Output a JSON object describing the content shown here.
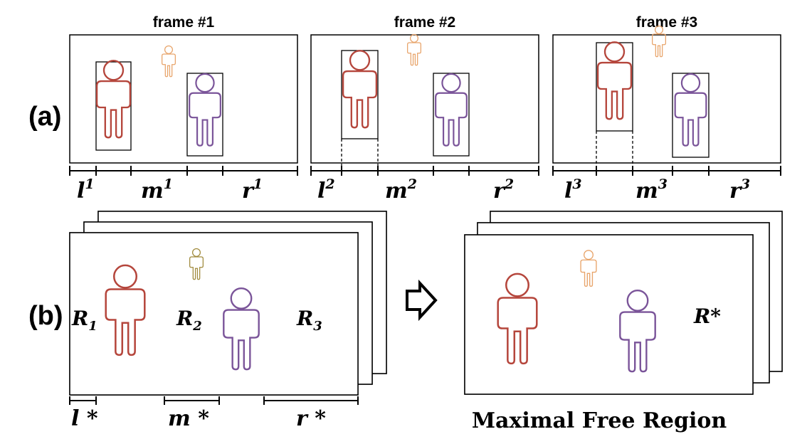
{
  "panel_a": {
    "label": "(a)",
    "frames": [
      {
        "title": "frame #1",
        "l": "l",
        "l_sup": "1",
        "m": "m",
        "m_sup": "1",
        "r": "r",
        "r_sup": "1"
      },
      {
        "title": "frame #2",
        "l": "l",
        "l_sup": "2",
        "m": "m",
        "m_sup": "2",
        "r": "r",
        "r_sup": "2"
      },
      {
        "title": "frame #3",
        "l": "l",
        "l_sup": "3",
        "m": "m",
        "m_sup": "3",
        "r": "r",
        "r_sup": "3"
      }
    ]
  },
  "panel_b": {
    "label": "(b)",
    "regions": [
      {
        "name": "R",
        "sub": "1"
      },
      {
        "name": "R",
        "sub": "2"
      },
      {
        "name": "R",
        "sub": "3"
      }
    ],
    "segments": [
      "l *",
      "m *",
      "r *"
    ],
    "result_region": "R*",
    "caption": "Maximal Free Region"
  },
  "colors": {
    "person_red": "#b5463c",
    "person_purple": "#7a5499",
    "person_orange": "#e8a46a",
    "person_olive": "#a08a3c",
    "region_blue": "#b8cfe8",
    "region_green": "#b2d89a",
    "region_yellow": "#f1f07c"
  }
}
